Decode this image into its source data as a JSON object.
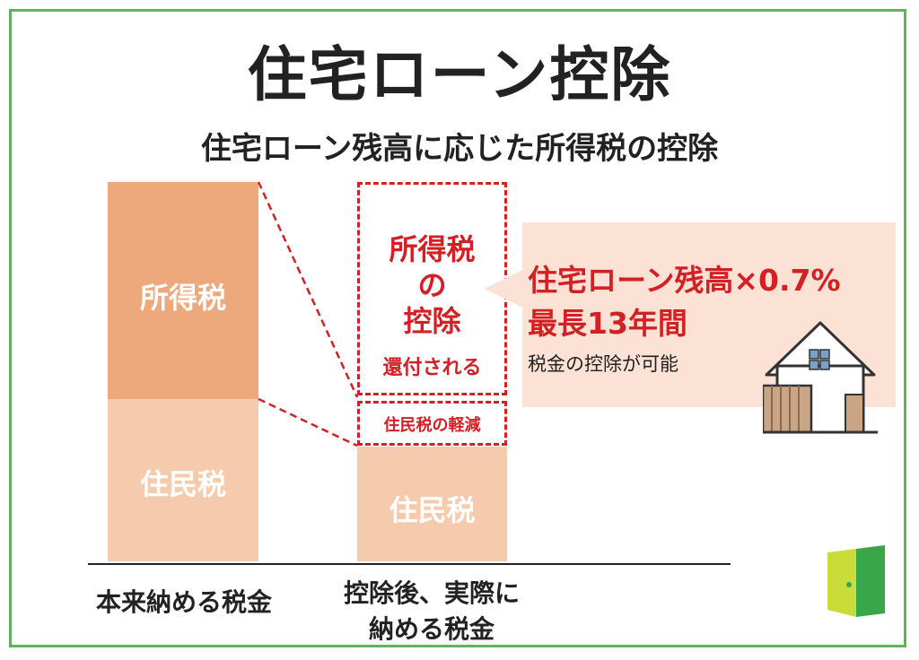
{
  "title": "住宅ローン控除",
  "subtitle": "住宅ローン残高に応じた所得税の控除",
  "bar_original": {
    "upper_label": "所得税",
    "lower_label": "住民税",
    "caption": "本来納める税金"
  },
  "bar_after": {
    "deduction_line1": "所得税",
    "deduction_line2": "の",
    "deduction_line3": "控除",
    "deduction_note": "還付される",
    "reduction_label": "住民税の軽減",
    "resident_label": "住民税",
    "caption_line1": "控除後、実際に",
    "caption_line2": "納める税金"
  },
  "callout": {
    "line1": "住宅ローン残高×0.7%",
    "line2": "最長13年間",
    "note": "税金の控除が可能"
  },
  "icons": [
    "house-icon",
    "logo-door-icon"
  ],
  "colors": {
    "frame": "#5fb35a",
    "income_tax": "#eda87c",
    "resident_tax": "#f6cbad",
    "accent_red": "#d32024",
    "callout_bg": "#fbe2d4"
  }
}
